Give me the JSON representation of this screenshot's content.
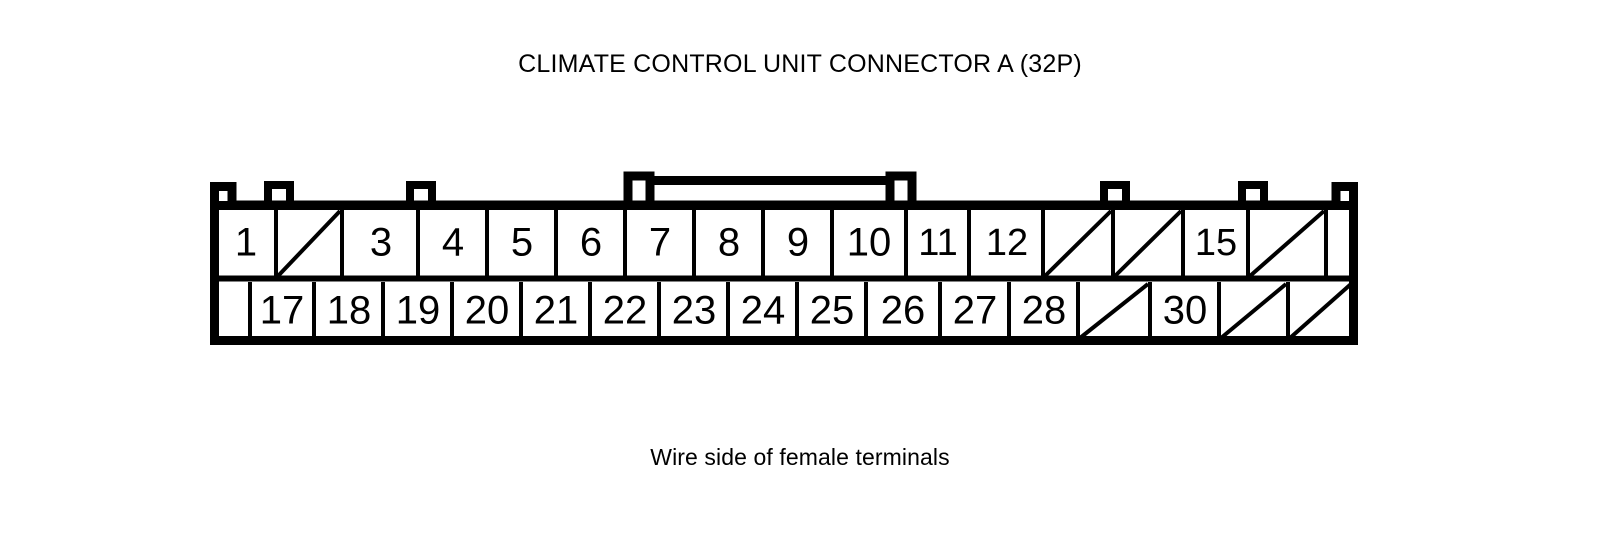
{
  "title": "CLIMATE CONTROL UNIT CONNECTOR A (32P)",
  "caption": "Wire side of female terminals",
  "colors": {
    "ink": "#000000",
    "background": "#ffffff"
  },
  "connector": {
    "name": "CLIMATE CONTROL UNIT CONNECTOR A",
    "pin_count": "32P",
    "view": "Wire side of female terminals",
    "rows": [
      {
        "row": "top",
        "cells": [
          {
            "pin": "1",
            "label": "1",
            "blank": false
          },
          {
            "pin": "2",
            "label": "",
            "blank": true
          },
          {
            "pin": "3",
            "label": "3",
            "blank": false
          },
          {
            "pin": "4",
            "label": "4",
            "blank": false
          },
          {
            "pin": "5",
            "label": "5",
            "blank": false
          },
          {
            "pin": "6",
            "label": "6",
            "blank": false
          },
          {
            "pin": "7",
            "label": "7",
            "blank": false
          },
          {
            "pin": "8",
            "label": "8",
            "blank": false
          },
          {
            "pin": "9",
            "label": "9",
            "blank": false
          },
          {
            "pin": "10",
            "label": "10",
            "blank": false
          },
          {
            "pin": "11",
            "label": "11",
            "blank": false
          },
          {
            "pin": "12",
            "label": "12",
            "blank": false
          },
          {
            "pin": "13",
            "label": "",
            "blank": true
          },
          {
            "pin": "14",
            "label": "",
            "blank": true
          },
          {
            "pin": "15",
            "label": "15",
            "blank": false
          },
          {
            "pin": "16",
            "label": "",
            "blank": true
          }
        ]
      },
      {
        "row": "bottom",
        "cells": [
          {
            "pin": "17",
            "label": "17",
            "blank": false
          },
          {
            "pin": "18",
            "label": "18",
            "blank": false
          },
          {
            "pin": "19",
            "label": "19",
            "blank": false
          },
          {
            "pin": "20",
            "label": "20",
            "blank": false
          },
          {
            "pin": "21",
            "label": "21",
            "blank": false
          },
          {
            "pin": "22",
            "label": "22",
            "blank": false
          },
          {
            "pin": "23",
            "label": "23",
            "blank": false
          },
          {
            "pin": "24",
            "label": "24",
            "blank": false
          },
          {
            "pin": "25",
            "label": "25",
            "blank": false
          },
          {
            "pin": "26",
            "label": "26",
            "blank": false
          },
          {
            "pin": "27",
            "label": "27",
            "blank": false
          },
          {
            "pin": "28",
            "label": "28",
            "blank": false
          },
          {
            "pin": "29",
            "label": "",
            "blank": true
          },
          {
            "pin": "30",
            "label": "30",
            "blank": false
          },
          {
            "pin": "31",
            "label": "",
            "blank": true
          },
          {
            "pin": "32",
            "label": "",
            "blank": true
          }
        ]
      }
    ]
  }
}
